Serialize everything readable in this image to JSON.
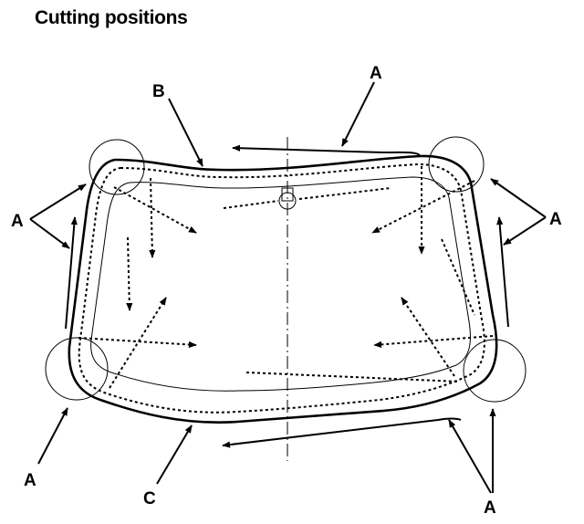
{
  "title": "Cutting positions",
  "labels": {
    "a_top": "A",
    "b": "B",
    "a_left": "A",
    "a_right": "A",
    "a_bottom_left": "A",
    "c": "C",
    "a_bottom_right": "A"
  },
  "colors": {
    "line": "#000000",
    "background": "#ffffff"
  }
}
